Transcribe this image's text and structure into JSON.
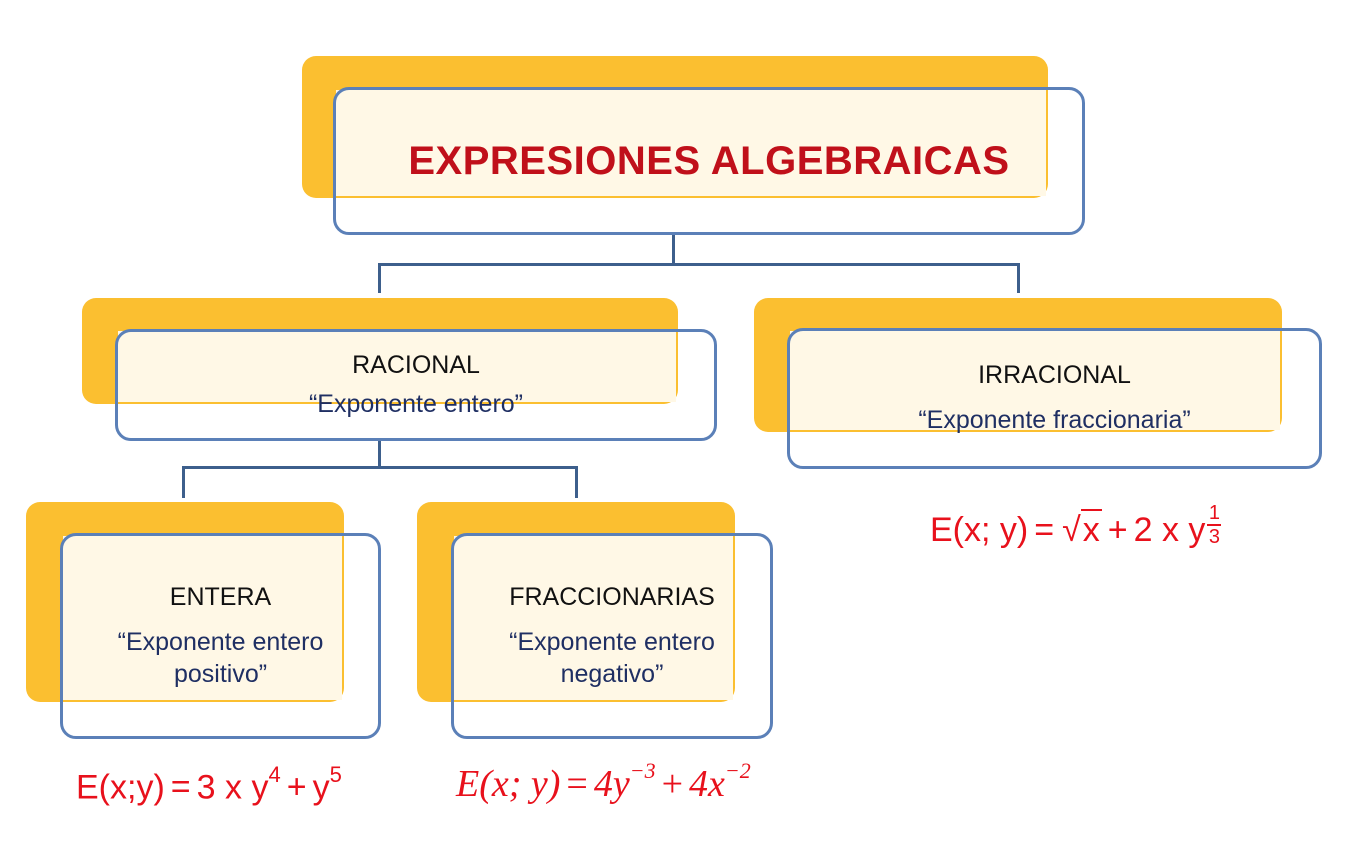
{
  "root": {
    "title": "EXPRESIONES ALGEBRAICAS"
  },
  "racional": {
    "title": "RACIONAL",
    "desc": "“Exponente entero”"
  },
  "irracional": {
    "title": "IRRACIONAL",
    "desc": "“Exponente fraccionaria”",
    "formula": {
      "lhs": "E(x; y)",
      "eq": "=",
      "radicand": "x",
      "plus": "+",
      "term_base": "2 x y",
      "exp_num": "1",
      "exp_den": "3"
    }
  },
  "entera": {
    "title": "ENTERA",
    "desc_line1": "“Exponente entero",
    "desc_line2": "positivo”",
    "formula": {
      "lhs": "E(x;y)",
      "eq": "=",
      "t1": "3 x y",
      "e1": "4",
      "plus": "+",
      "t2": "y",
      "e2": "5"
    }
  },
  "fraccionarias": {
    "title": "FRACCIONARIAS",
    "desc_line1": "“Exponente entero",
    "desc_line2": "negativo”",
    "formula": {
      "lhs": "E(x; y)",
      "eq": "=",
      "t1": "4y",
      "e1": "−3",
      "plus": "+",
      "t2": "4x",
      "e2": "−2"
    }
  },
  "colors": {
    "accent": "#fbbf30",
    "border": "#5b80b8",
    "title_red": "#c0101a",
    "formula_red": "#e8111c",
    "desc_blue": "#1f2f63"
  }
}
